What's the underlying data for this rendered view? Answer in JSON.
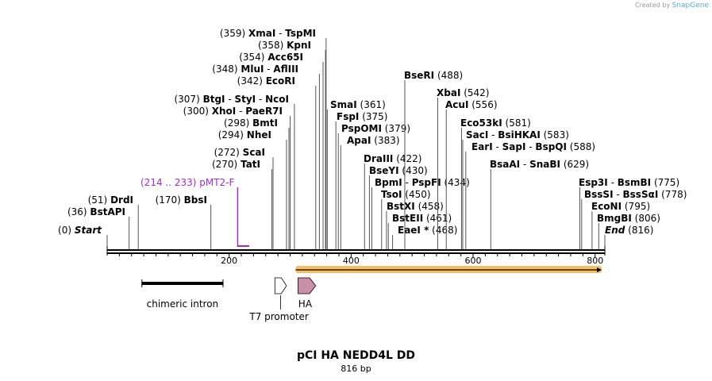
{
  "branding": {
    "prefix": "Created by",
    "name": "SnapGene"
  },
  "plasmid": {
    "name": "pCI HA NEDD4L DD",
    "length_label": "816 bp",
    "length": 816
  },
  "axis": {
    "ticks": [
      200,
      400,
      600,
      800
    ]
  },
  "sites": [
    {
      "pos": 359,
      "names": [
        "XmaI",
        "TspMI"
      ],
      "pos_label": "(359)",
      "label_side": "left"
    },
    {
      "pos": 358,
      "names": [
        "KpnI"
      ],
      "pos_label": "(358)",
      "label_side": "left"
    },
    {
      "pos": 354,
      "names": [
        "Acc65I"
      ],
      "pos_label": "(354)",
      "label_side": "left"
    },
    {
      "pos": 348,
      "names": [
        "MluI",
        "AflIII"
      ],
      "pos_label": "(348)",
      "label_side": "left"
    },
    {
      "pos": 342,
      "names": [
        "EcoRI"
      ],
      "pos_label": "(342)",
      "label_side": "left"
    },
    {
      "pos": 307,
      "names": [
        "BtgI",
        "StyI",
        "NcoI"
      ],
      "pos_label": "(307)",
      "label_side": "left"
    },
    {
      "pos": 300,
      "names": [
        "XhoI",
        "PaeR7I"
      ],
      "pos_label": "(300)",
      "label_side": "left"
    },
    {
      "pos": 298,
      "names": [
        "BmtI"
      ],
      "pos_label": "(298)",
      "label_side": "left"
    },
    {
      "pos": 294,
      "names": [
        "NheI"
      ],
      "pos_label": "(294)",
      "label_side": "left"
    },
    {
      "pos": 272,
      "names": [
        "ScaI"
      ],
      "pos_label": "(272)",
      "label_side": "left"
    },
    {
      "pos": 270,
      "names": [
        "TatI"
      ],
      "pos_label": "(270)",
      "label_side": "left"
    },
    {
      "pos": 170,
      "names": [
        "BbsI"
      ],
      "pos_label": "(170)",
      "label_side": "left"
    },
    {
      "pos": 51,
      "names": [
        "DrdI"
      ],
      "pos_label": "(51)",
      "label_side": "left"
    },
    {
      "pos": 36,
      "names": [
        "BstAPI"
      ],
      "pos_label": "(36)",
      "label_side": "left"
    },
    {
      "pos": 0,
      "names": [
        "Start"
      ],
      "pos_label": "(0)",
      "label_side": "left",
      "italic": true
    },
    {
      "pos": 361,
      "names": [
        "SmaI"
      ],
      "pos_label": "(361)",
      "label_side": "right"
    },
    {
      "pos": 375,
      "names": [
        "FspI"
      ],
      "pos_label": "(375)",
      "label_side": "right"
    },
    {
      "pos": 379,
      "names": [
        "PspOMI"
      ],
      "pos_label": "(379)",
      "label_side": "right"
    },
    {
      "pos": 383,
      "names": [
        "ApaI"
      ],
      "pos_label": "(383)",
      "label_side": "right"
    },
    {
      "pos": 422,
      "names": [
        "DraIII"
      ],
      "pos_label": "(422)",
      "label_side": "right"
    },
    {
      "pos": 430,
      "names": [
        "BseYI"
      ],
      "pos_label": "(430)",
      "label_side": "right"
    },
    {
      "pos": 434,
      "names": [
        "BpmI",
        "PspFI"
      ],
      "pos_label": "(434)",
      "label_side": "right"
    },
    {
      "pos": 450,
      "names": [
        "TsoI"
      ],
      "pos_label": "(450)",
      "label_side": "right"
    },
    {
      "pos": 458,
      "names": [
        "BstXI"
      ],
      "pos_label": "(458)",
      "label_side": "right"
    },
    {
      "pos": 461,
      "names": [
        "BstEII"
      ],
      "pos_label": "(461)",
      "label_side": "right"
    },
    {
      "pos": 468,
      "names": [
        "EaeI *"
      ],
      "pos_label": "(468)",
      "label_side": "right"
    },
    {
      "pos": 488,
      "names": [
        "BseRI"
      ],
      "pos_label": "(488)",
      "label_side": "right"
    },
    {
      "pos": 542,
      "names": [
        "XbaI"
      ],
      "pos_label": "(542)",
      "label_side": "right"
    },
    {
      "pos": 556,
      "names": [
        "AcuI"
      ],
      "pos_label": "(556)",
      "label_side": "right"
    },
    {
      "pos": 581,
      "names": [
        "Eco53kI"
      ],
      "pos_label": "(581)",
      "label_side": "right"
    },
    {
      "pos": 583,
      "names": [
        "SacI",
        "BsiHKAI"
      ],
      "pos_label": "(583)",
      "label_side": "right"
    },
    {
      "pos": 588,
      "names": [
        "EarI",
        "SapI",
        "BspQI"
      ],
      "pos_label": "(588)",
      "label_side": "right"
    },
    {
      "pos": 629,
      "names": [
        "BsaAI",
        "SnaBI"
      ],
      "pos_label": "(629)",
      "label_side": "right"
    },
    {
      "pos": 775,
      "names": [
        "Esp3I",
        "BsmBI"
      ],
      "pos_label": "(775)",
      "label_side": "right"
    },
    {
      "pos": 778,
      "names": [
        "BssSI",
        "BssSαI"
      ],
      "pos_label": "(778)",
      "label_side": "right"
    },
    {
      "pos": 795,
      "names": [
        "EcoNI"
      ],
      "pos_label": "(795)",
      "label_side": "right"
    },
    {
      "pos": 806,
      "names": [
        "BmgBI"
      ],
      "pos_label": "(806)",
      "label_side": "right"
    },
    {
      "pos": 816,
      "names": [
        "End"
      ],
      "pos_label": "(816)",
      "label_side": "right",
      "italic": true
    }
  ],
  "primer": {
    "range_label": "(214 .. 233)",
    "name": "pMT2-F",
    "start": 214,
    "end": 233,
    "color": "#9b30c8"
  },
  "orf": {
    "start": 309,
    "end": 816,
    "color": "#f3b24a"
  },
  "features": [
    {
      "name": "chimeric intron",
      "start": 57,
      "end": 190,
      "kind": "bar"
    },
    {
      "name": "T7 promoter",
      "start": 275,
      "end": 294,
      "kind": "promoter",
      "fill": "#ffffff"
    },
    {
      "name": "HA",
      "start": 313,
      "end": 342,
      "kind": "cds",
      "fill": "#c98fa8"
    }
  ],
  "colors": {
    "backbone": "#000000",
    "site_line": "#555555",
    "primer": "#9b30c8",
    "orf": "#f3b24a",
    "ha": "#c98fa8"
  }
}
